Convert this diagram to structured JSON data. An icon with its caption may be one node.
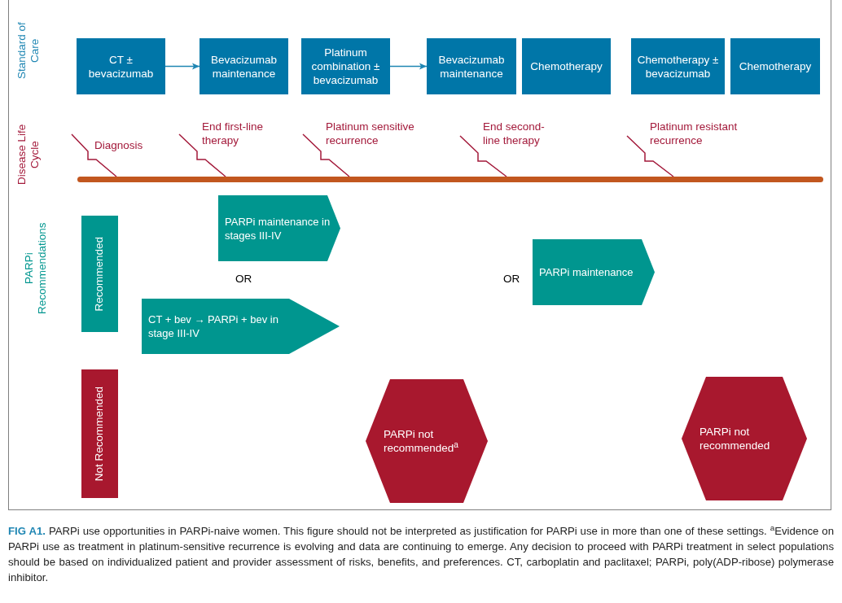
{
  "diagram": {
    "caption": "**FIG A1.** PARPi use opportunities in PARPi-naive women. This figure should not be interpreted as justification for PARPi use in more than one of these settings. $^{a}$Evidence on PARPi use as treatment in platinum-sensitive recurrence is evolving and data are continuing to emerge. Any decision to proceed with PARPi treatment in select populations should be based on individualized patient and provider assessment of risks, benefits, and preferences. CT, carboplatin and paclitaxel; PARPi, poly(ADP-ribose) polymerase inhibitor.",
    "nodes": [
      {
        "text": [
          "CT ± bevacizumab"
        ]
      },
      {
        "text": [
          "Bevacizumab maintenance"
        ]
      },
      {
        "text": [
          "Platinum combination ± bevacizumab"
        ]
      },
      {
        "text": [
          "Bevacizumab maintenance"
        ]
      },
      {
        "text": [
          "Chemotherapy"
        ]
      },
      {
        "text": [
          "Chemotherapy ± bevacizumab"
        ]
      },
      {
        "text": [
          "Chemotherapy"
        ]
      },
      {
        "text": [],
        "shape": "bar"
      },
      {
        "text": [
          "Diagnosis"
        ]
      },
      {
        "text": [
          "End first-line therapy"
        ]
      },
      {
        "text": [
          "Platinum sensitive recurrence"
        ]
      },
      {
        "text": [
          "End second-line therapy"
        ]
      },
      {
        "text": [
          "Platinum resistant recurrence"
        ]
      },
      {
        "text": [
          "Recommended"
        ]
      },
      {
        "text": [
          "Not Recommended"
        ]
      },
      {
        "text": [
          "PARPi maintenance in stages III-IV"
        ]
      },
      {
        "text": [
          "CT + bev → PARPi + bev in stage III-IV"
        ]
      },
      {
        "text": [
          "PARPi maintenance"
        ]
      },
      {
        "text": [
          "PARPi not recommended$^{a}$"
        ]
      },
      {
        "text": [
          "PARPi not recommended"
        ]
      }
    ],
    "edges": [
      {
        "from": 0,
        "to": 1,
        "arrow": "to",
        "color": "#1f86b3"
      },
      {
        "from": 2,
        "to": 3,
        "arrow": "to",
        "color": "#1f86b3"
      },
      {
        "from": 8,
        "to": 7,
        "arrow": "none"
      },
      {
        "from": 9,
        "to": 7,
        "arrow": "none"
      },
      {
        "from": 10,
        "to": 7,
        "arrow": "none"
      },
      {
        "from": 11,
        "to": 7,
        "arrow": "none"
      },
      {
        "from": 12,
        "to": 7,
        "arrow": "none"
      }
    ],
    "labels": [
      "Standard of Care",
      "Disease Life Cycle",
      "PARPi Recommendations",
      "OR",
      "OR"
    ]
  }
}
